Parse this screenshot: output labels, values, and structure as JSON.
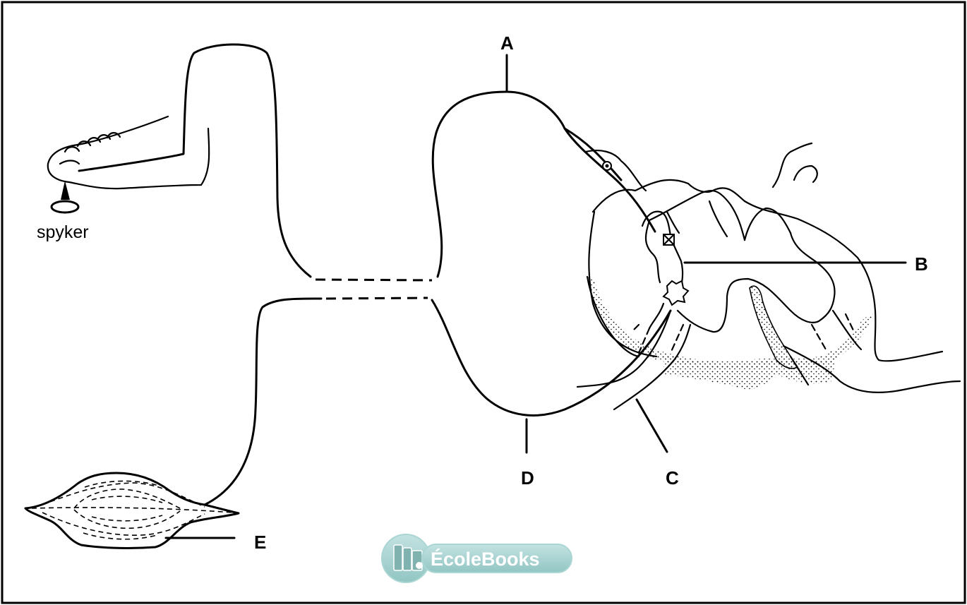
{
  "labels": {
    "A": "A",
    "B": "B",
    "C": "C",
    "D": "D",
    "E": "E"
  },
  "stimulus_caption": "spyker",
  "watermark": {
    "text": "ÉcoleBooks",
    "accent": "#8fc6c4"
  },
  "colors": {
    "line": "#000000",
    "background": "#ffffff",
    "frame": "#000000"
  }
}
